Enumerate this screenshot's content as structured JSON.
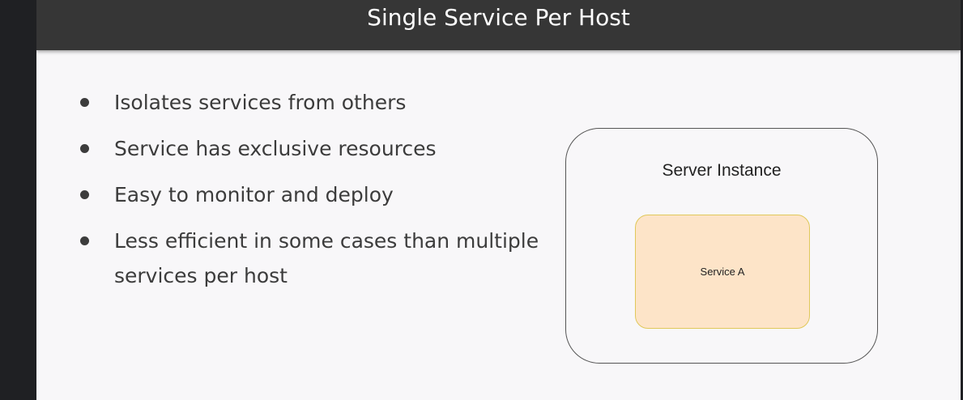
{
  "slide": {
    "title": "Single Service Per Host",
    "bullets": [
      "Isolates services from others",
      "Service has exclusive resources",
      "Easy to monitor and deploy",
      "Less efficient in some cases than multiple services per host"
    ]
  },
  "diagram": {
    "server_label": "Server Instance",
    "service_label": "Service A"
  },
  "colors": {
    "title_bar": "#363636",
    "slide_bg": "#f8f7f9",
    "service_fill": "#fde4c8",
    "service_border": "#e0c85a"
  }
}
